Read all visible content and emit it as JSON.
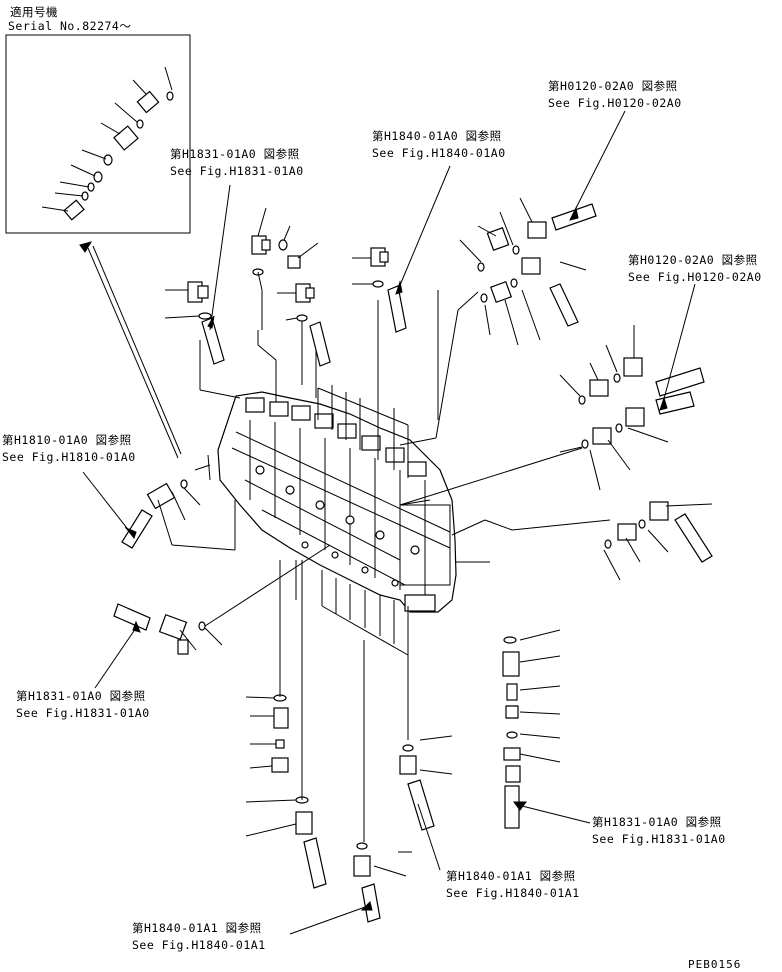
{
  "inset": {
    "title": "適用号機",
    "serial": "Serial No.82274〜"
  },
  "references": [
    {
      "id": "ref-h0120-top",
      "jp": "第H0120-02A0 図参照",
      "en": "See Fig.H0120-02A0"
    },
    {
      "id": "ref-h1840-top",
      "jp": "第H1840-01A0 図参照",
      "en": "See Fig.H1840-01A0"
    },
    {
      "id": "ref-h1831-top",
      "jp": "第H1831-01A0 図参照",
      "en": "See Fig.H1831-01A0"
    },
    {
      "id": "ref-h0120-right",
      "jp": "第H0120-02A0 図参照",
      "en": "See Fig.H0120-02A0"
    },
    {
      "id": "ref-h1810-left",
      "jp": "第H1810-01A0 図参照",
      "en": "See Fig.H1810-01A0"
    },
    {
      "id": "ref-h1831-left",
      "jp": "第H1831-01A0 図参照",
      "en": "See Fig.H1831-01A0"
    },
    {
      "id": "ref-h1831-bottomright",
      "jp": "第H1831-01A0 図参照",
      "en": "See Fig.H1831-01A0"
    },
    {
      "id": "ref-h1840a1-bottom",
      "jp": "第H1840-01A1 図参照",
      "en": "See Fig.H1840-01A1"
    },
    {
      "id": "ref-h1840a1-bottomleft",
      "jp": "第H1840-01A1 図参照",
      "en": "See Fig.H1840-01A1"
    }
  ],
  "drawing_code": "PEB0156"
}
